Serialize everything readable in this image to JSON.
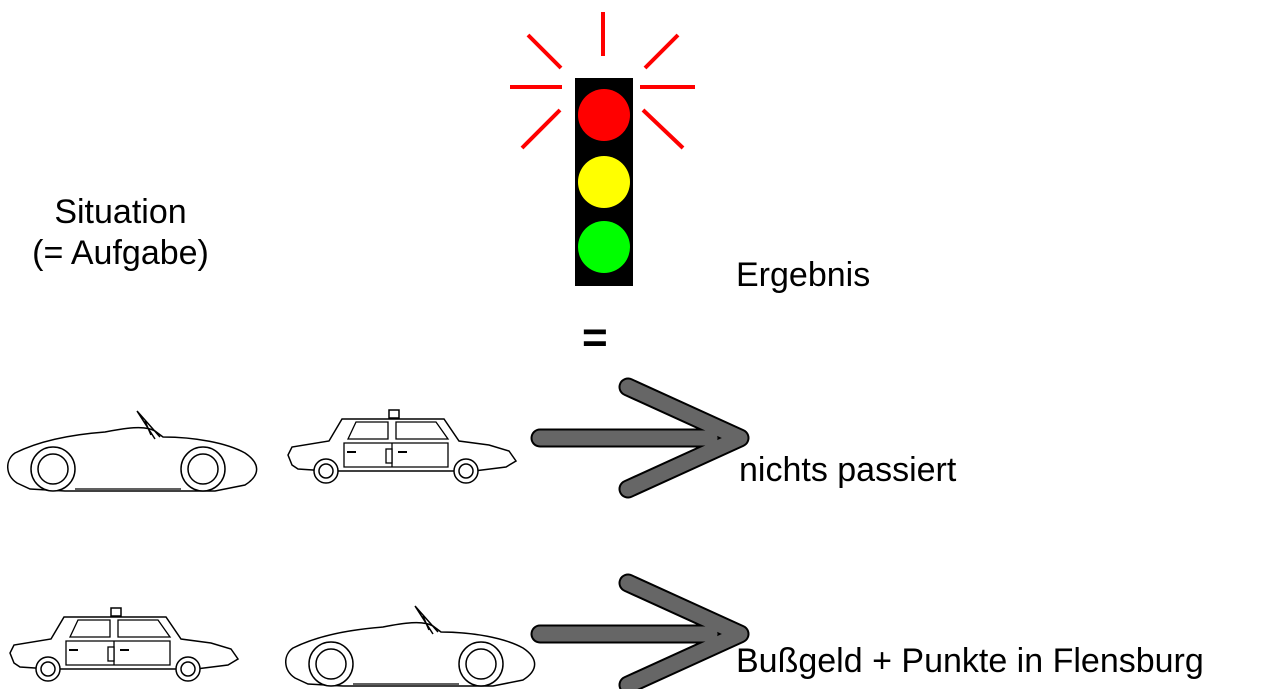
{
  "situation": {
    "line1": "Situation",
    "line2": "(= Aufgabe)"
  },
  "result_header": "Ergebnis",
  "equals_sign": "=",
  "rows": [
    {
      "result": "nichts passiert",
      "order": [
        "convertible",
        "police-car"
      ]
    },
    {
      "result": "Bußgeld + Punkte in Flensburg",
      "order": [
        "police-car",
        "convertible"
      ]
    }
  ],
  "traffic_light": {
    "active_light": "red",
    "colors": {
      "housing": "#000000",
      "red": "#ff0000",
      "yellow": "#ffff00",
      "green": "#00ff00",
      "rays": "#ff0000"
    }
  },
  "arrow_color": "#666666"
}
